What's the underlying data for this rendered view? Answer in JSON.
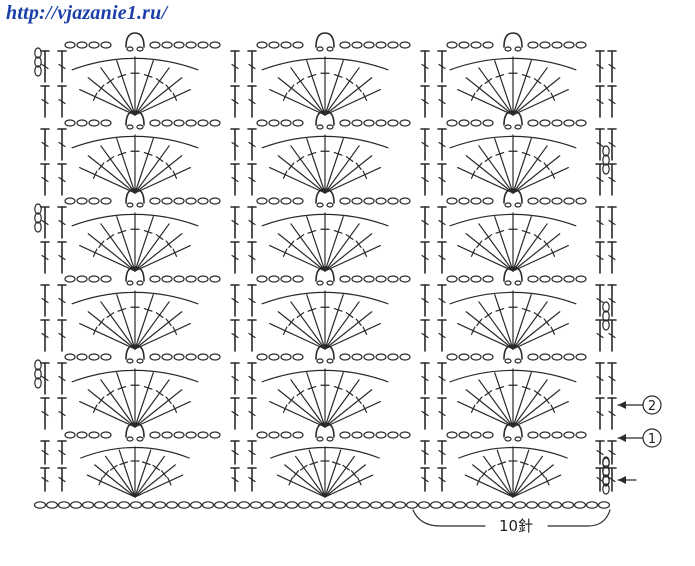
{
  "header": {
    "url": "http://vjazanie1.ru/"
  },
  "diagram": {
    "row_markers": [
      "2",
      "1"
    ],
    "repeat_label": "10針",
    "colors": {
      "ink": "#2a2a2a",
      "url": "#1a3fa8",
      "background": "#ffffff"
    }
  }
}
